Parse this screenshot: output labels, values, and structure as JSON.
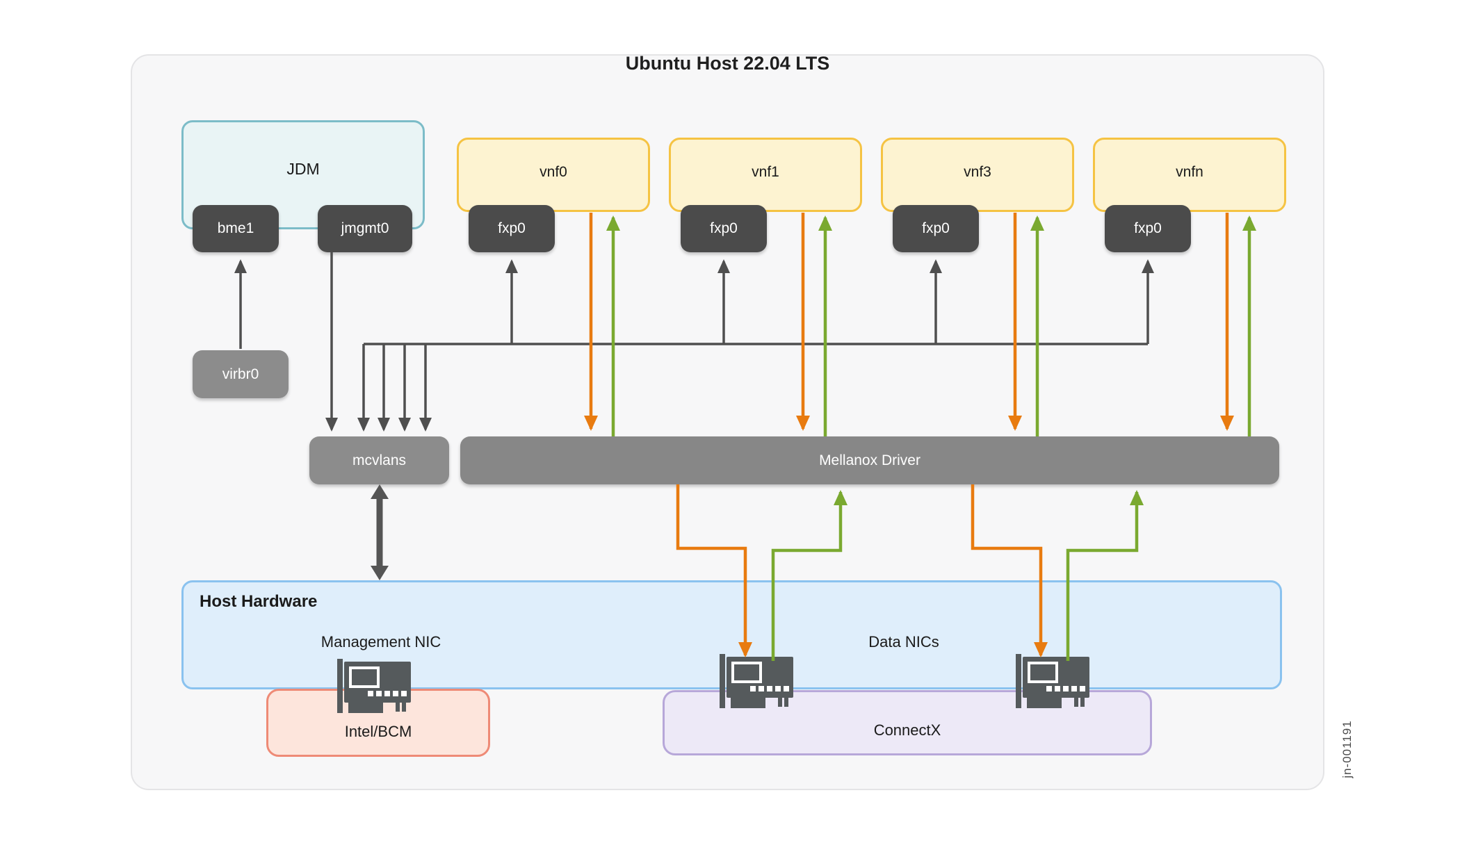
{
  "title": "Ubuntu Host 22.04 LTS",
  "jdm": {
    "label": "JDM",
    "ports": [
      {
        "label": "bme1"
      },
      {
        "label": "jmgmt0"
      }
    ]
  },
  "vnfs": [
    {
      "label": "vnf0",
      "port": "fxp0"
    },
    {
      "label": "vnf1",
      "port": "fxp0"
    },
    {
      "label": "vnf3",
      "port": "fxp0"
    },
    {
      "label": "vnfn",
      "port": "fxp0"
    }
  ],
  "bridges": {
    "virbr0": "virbr0",
    "mcvlans": "mcvlans"
  },
  "driver_bar": {
    "label": "Mellanox Driver"
  },
  "host_hardware": {
    "label": "Host Hardware",
    "management_nic_label": "Management NIC",
    "data_nics_label": "Data NICs"
  },
  "nic_vendors": {
    "management": "Intel/BCM",
    "data": "ConnectX"
  },
  "figure": {
    "id_label": "jn-001191"
  },
  "icons": {
    "nic": "nic-card-icon"
  },
  "colors": {
    "vnf_fill": "#fdf3d1",
    "vnf_border": "#f5c343",
    "jdm_fill": "#e9f4f5",
    "jdm_border": "#7cbcc8",
    "badge_dark": "#4b4b4b",
    "badge_gray": "#8c8c8c",
    "driver_gray": "#878787",
    "hw_fill": "#dfeefb",
    "hw_border": "#8ac2ef",
    "intel_fill": "#fde5dc",
    "intel_border": "#ee8a76",
    "connectx_fill": "#ede9f7",
    "connectx_border": "#b7a7d9",
    "arrow_dark": "#4f4f4f",
    "arrow_orange": "#e87b10",
    "arrow_green": "#7aa930"
  }
}
